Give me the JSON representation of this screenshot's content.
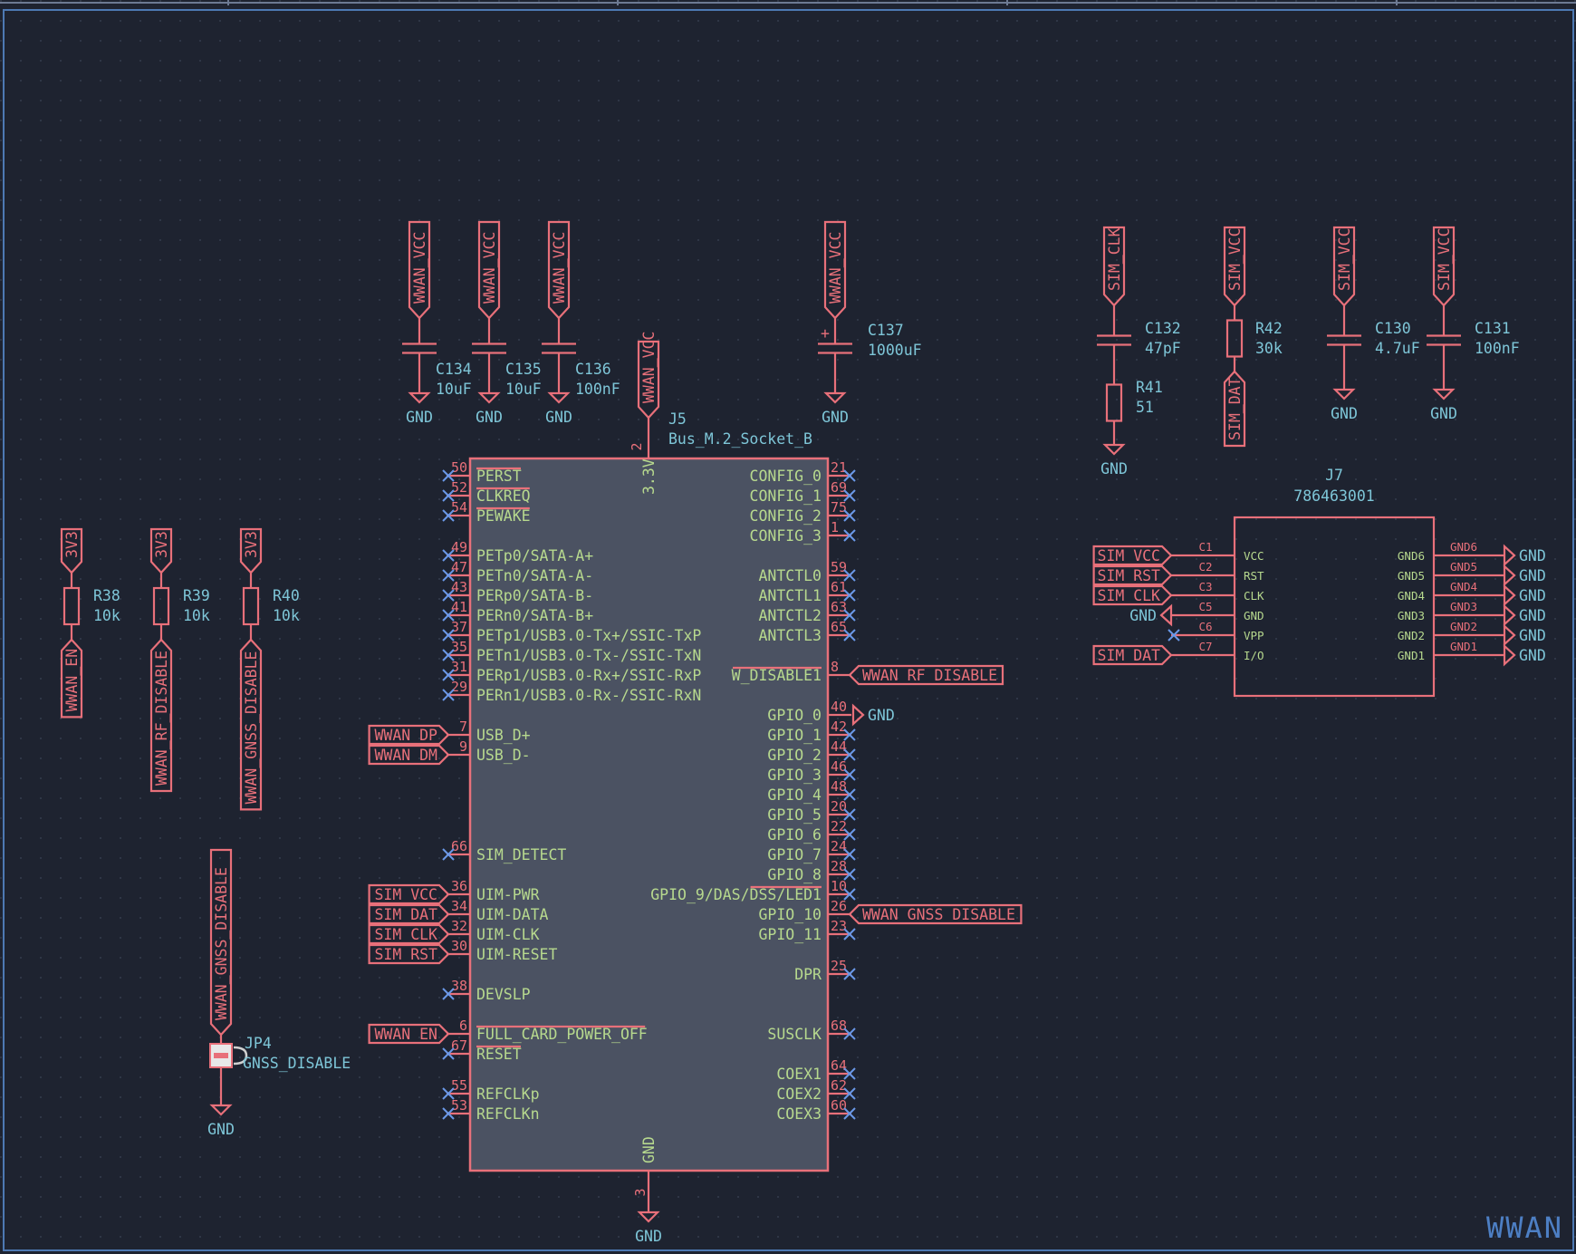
{
  "sheet": {
    "title": "WWAN"
  },
  "colors": {
    "background": "#1e2330",
    "wire": "#e8707a",
    "label": "#e8707a",
    "power": "#7ec6d8",
    "pin_name": "#b7d98e",
    "nc": "#6a98e8",
    "body": "#4b5262",
    "frame": "#4d79b3"
  },
  "icons": {
    "nc": "no-connect-x-icon",
    "gnd": "ground-arrow-icon",
    "vcc": "power-flag-icon",
    "jumper": "solder-jumper-icon"
  },
  "caps": [
    {
      "ref": "C134",
      "value": "10uF",
      "net": "WWAN_VCC",
      "gnd": "GND"
    },
    {
      "ref": "C135",
      "value": "10uF",
      "net": "WWAN_VCC",
      "gnd": "GND"
    },
    {
      "ref": "C136",
      "value": "100nF",
      "net": "WWAN_VCC",
      "gnd": "GND"
    },
    {
      "ref": "C137",
      "value": "1000uF",
      "net": "WWAN_VCC",
      "gnd": "GND",
      "polarity": "+"
    }
  ],
  "sim_parts": [
    {
      "ref": "C132",
      "value": "47pF",
      "net": "SIM_CLK"
    },
    {
      "ref": "R41",
      "value": "51",
      "gnd": "GND"
    },
    {
      "ref": "R42",
      "value": "30k",
      "net": "SIM_VCC",
      "net2": "SIM_DAT"
    },
    {
      "ref": "C130",
      "value": "4.7uF",
      "net": "SIM_VCC",
      "gnd": "GND"
    },
    {
      "ref": "C131",
      "value": "100nF",
      "net": "SIM_VCC",
      "gnd": "GND"
    }
  ],
  "pullups": [
    {
      "ref": "R38",
      "value": "10k",
      "top": "3V3",
      "net": "WWAN_EN"
    },
    {
      "ref": "R39",
      "value": "10k",
      "top": "3V3",
      "net": "WWAN_RF_DISABLE"
    },
    {
      "ref": "R40",
      "value": "10k",
      "top": "3V3",
      "net": "WWAN_GNSS_DISABLE"
    }
  ],
  "jumper": {
    "ref": "JP4",
    "value": "GNSS_DISABLE",
    "net": "WWAN_GNSS_DISABLE",
    "gnd": "GND"
  },
  "j5": {
    "ref": "J5",
    "value": "Bus_M.2_Socket_B",
    "top_net": "WWAN_VCC",
    "top_pin": "2",
    "top_name": "3.3V",
    "bot_pin": "3",
    "bot_name": "GND",
    "bot_net": "GND",
    "left_pins": [
      {
        "n": "50",
        "name": "PERST",
        "ov": true
      },
      {
        "n": "52",
        "name": "CLKREQ",
        "ov": true
      },
      {
        "n": "54",
        "name": "PEWAKE",
        "ov": true
      },
      {
        "n": "49",
        "name": "PETp0/SATA-A+"
      },
      {
        "n": "47",
        "name": "PETn0/SATA-A-"
      },
      {
        "n": "43",
        "name": "PERp0/SATA-B-"
      },
      {
        "n": "41",
        "name": "PERn0/SATA-B+"
      },
      {
        "n": "37",
        "name": "PETp1/USB3.0-Tx+/SSIC-TxP"
      },
      {
        "n": "35",
        "name": "PETn1/USB3.0-Tx-/SSIC-TxN"
      },
      {
        "n": "31",
        "name": "PERp1/USB3.0-Rx+/SSIC-RxP"
      },
      {
        "n": "29",
        "name": "PERn1/USB3.0-Rx-/SSIC-RxN"
      },
      {
        "n": "7",
        "name": "USB_D+",
        "net": "WWAN_DP"
      },
      {
        "n": "9",
        "name": "USB_D-",
        "net": "WWAN_DM"
      },
      {
        "n": "66",
        "name": "SIM_DETECT"
      },
      {
        "n": "36",
        "name": "UIM-PWR",
        "net": "SIM_VCC"
      },
      {
        "n": "34",
        "name": "UIM-DATA",
        "net": "SIM_DAT"
      },
      {
        "n": "32",
        "name": "UIM-CLK",
        "net": "SIM_CLK"
      },
      {
        "n": "30",
        "name": "UIM-RESET",
        "net": "SIM_RST"
      },
      {
        "n": "38",
        "name": "DEVSLP"
      },
      {
        "n": "6",
        "name": "FULL_CARD_POWER_OFF",
        "ov": true,
        "net": "WWAN_EN"
      },
      {
        "n": "67",
        "name": "RESET",
        "ov": true
      },
      {
        "n": "55",
        "name": "REFCLKp"
      },
      {
        "n": "53",
        "name": "REFCLKn"
      }
    ],
    "right_pins": [
      {
        "n": "21",
        "name": "CONFIG_0"
      },
      {
        "n": "69",
        "name": "CONFIG_1"
      },
      {
        "n": "75",
        "name": "CONFIG_2"
      },
      {
        "n": "1",
        "name": "CONFIG_3"
      },
      {
        "n": "59",
        "name": "ANTCTL0"
      },
      {
        "n": "61",
        "name": "ANTCTL1"
      },
      {
        "n": "63",
        "name": "ANTCTL2"
      },
      {
        "n": "65",
        "name": "ANTCTL3"
      },
      {
        "n": "8",
        "name": "W_DISABLE1",
        "ov": true,
        "net": "WWAN_RF_DISABLE"
      },
      {
        "n": "40",
        "name": "GPIO_0",
        "gnd": "GND"
      },
      {
        "n": "42",
        "name": "GPIO_1"
      },
      {
        "n": "44",
        "name": "GPIO_2"
      },
      {
        "n": "46",
        "name": "GPIO_3"
      },
      {
        "n": "48",
        "name": "GPIO_4"
      },
      {
        "n": "20",
        "name": "GPIO_5"
      },
      {
        "n": "22",
        "name": "GPIO_6"
      },
      {
        "n": "24",
        "name": "GPIO_7"
      },
      {
        "n": "28",
        "name": "GPIO_8"
      },
      {
        "n": "10",
        "name": "GPIO_9/DAS/DSS/LED1",
        "ovpart": "DSS/LED1"
      },
      {
        "n": "26",
        "name": "GPIO_10",
        "net": "WWAN_GNSS_DISABLE"
      },
      {
        "n": "23",
        "name": "GPIO_11"
      },
      {
        "n": "25",
        "name": "DPR"
      },
      {
        "n": "68",
        "name": "SUSCLK"
      },
      {
        "n": "64",
        "name": "COEX1"
      },
      {
        "n": "62",
        "name": "COEX2"
      },
      {
        "n": "60",
        "name": "COEX3"
      }
    ]
  },
  "j7": {
    "ref": "J7",
    "value": "786463001",
    "left_pins": [
      {
        "n": "C1",
        "name": "VCC",
        "net": "SIM_VCC"
      },
      {
        "n": "C2",
        "name": "RST",
        "net": "SIM_RST"
      },
      {
        "n": "C3",
        "name": "CLK",
        "net": "SIM_CLK"
      },
      {
        "n": "C5",
        "name": "GND",
        "gnd": "GND"
      },
      {
        "n": "C6",
        "name": "VPP"
      },
      {
        "n": "C7",
        "name": "I/O",
        "net": "SIM_DAT"
      }
    ],
    "right_pins": [
      {
        "n": "GND6",
        "name": "GND6",
        "gnd": "GND"
      },
      {
        "n": "GND5",
        "name": "GND5",
        "gnd": "GND"
      },
      {
        "n": "GND4",
        "name": "GND4",
        "gnd": "GND"
      },
      {
        "n": "GND3",
        "name": "GND3",
        "gnd": "GND"
      },
      {
        "n": "GND2",
        "name": "GND2",
        "gnd": "GND"
      },
      {
        "n": "GND1",
        "name": "GND1",
        "gnd": "GND"
      }
    ]
  }
}
